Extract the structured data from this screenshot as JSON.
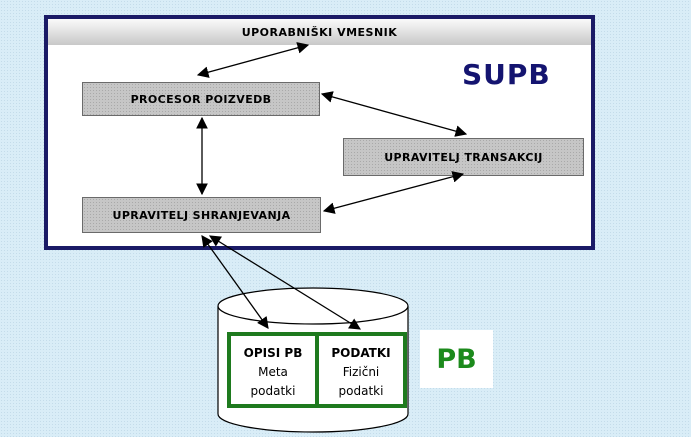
{
  "supb": {
    "title": "UPORABNIŠKI VMESNIK",
    "label": "SUPB"
  },
  "components": {
    "query_processor": "PROCESOR POIZVEDB",
    "transaction_manager": "UPRAVITELJ TRANSAKCIJ",
    "storage_manager": "UPRAVITELJ SHRANJEVANJA"
  },
  "database": {
    "label": "PB",
    "cells": [
      {
        "header": "OPISI PB",
        "line1": "Meta",
        "line2": "podatki"
      },
      {
        "header": "PODATKI",
        "line1": "Fizični",
        "line2": "podatki"
      }
    ]
  },
  "colors": {
    "supb_border": "#1a1a66",
    "supb_label": "#141470",
    "db_border": "#1e7a1e",
    "pb_label": "#1c8a1c",
    "component_fill": "#c6c6c6",
    "background": "#d9edf7"
  }
}
